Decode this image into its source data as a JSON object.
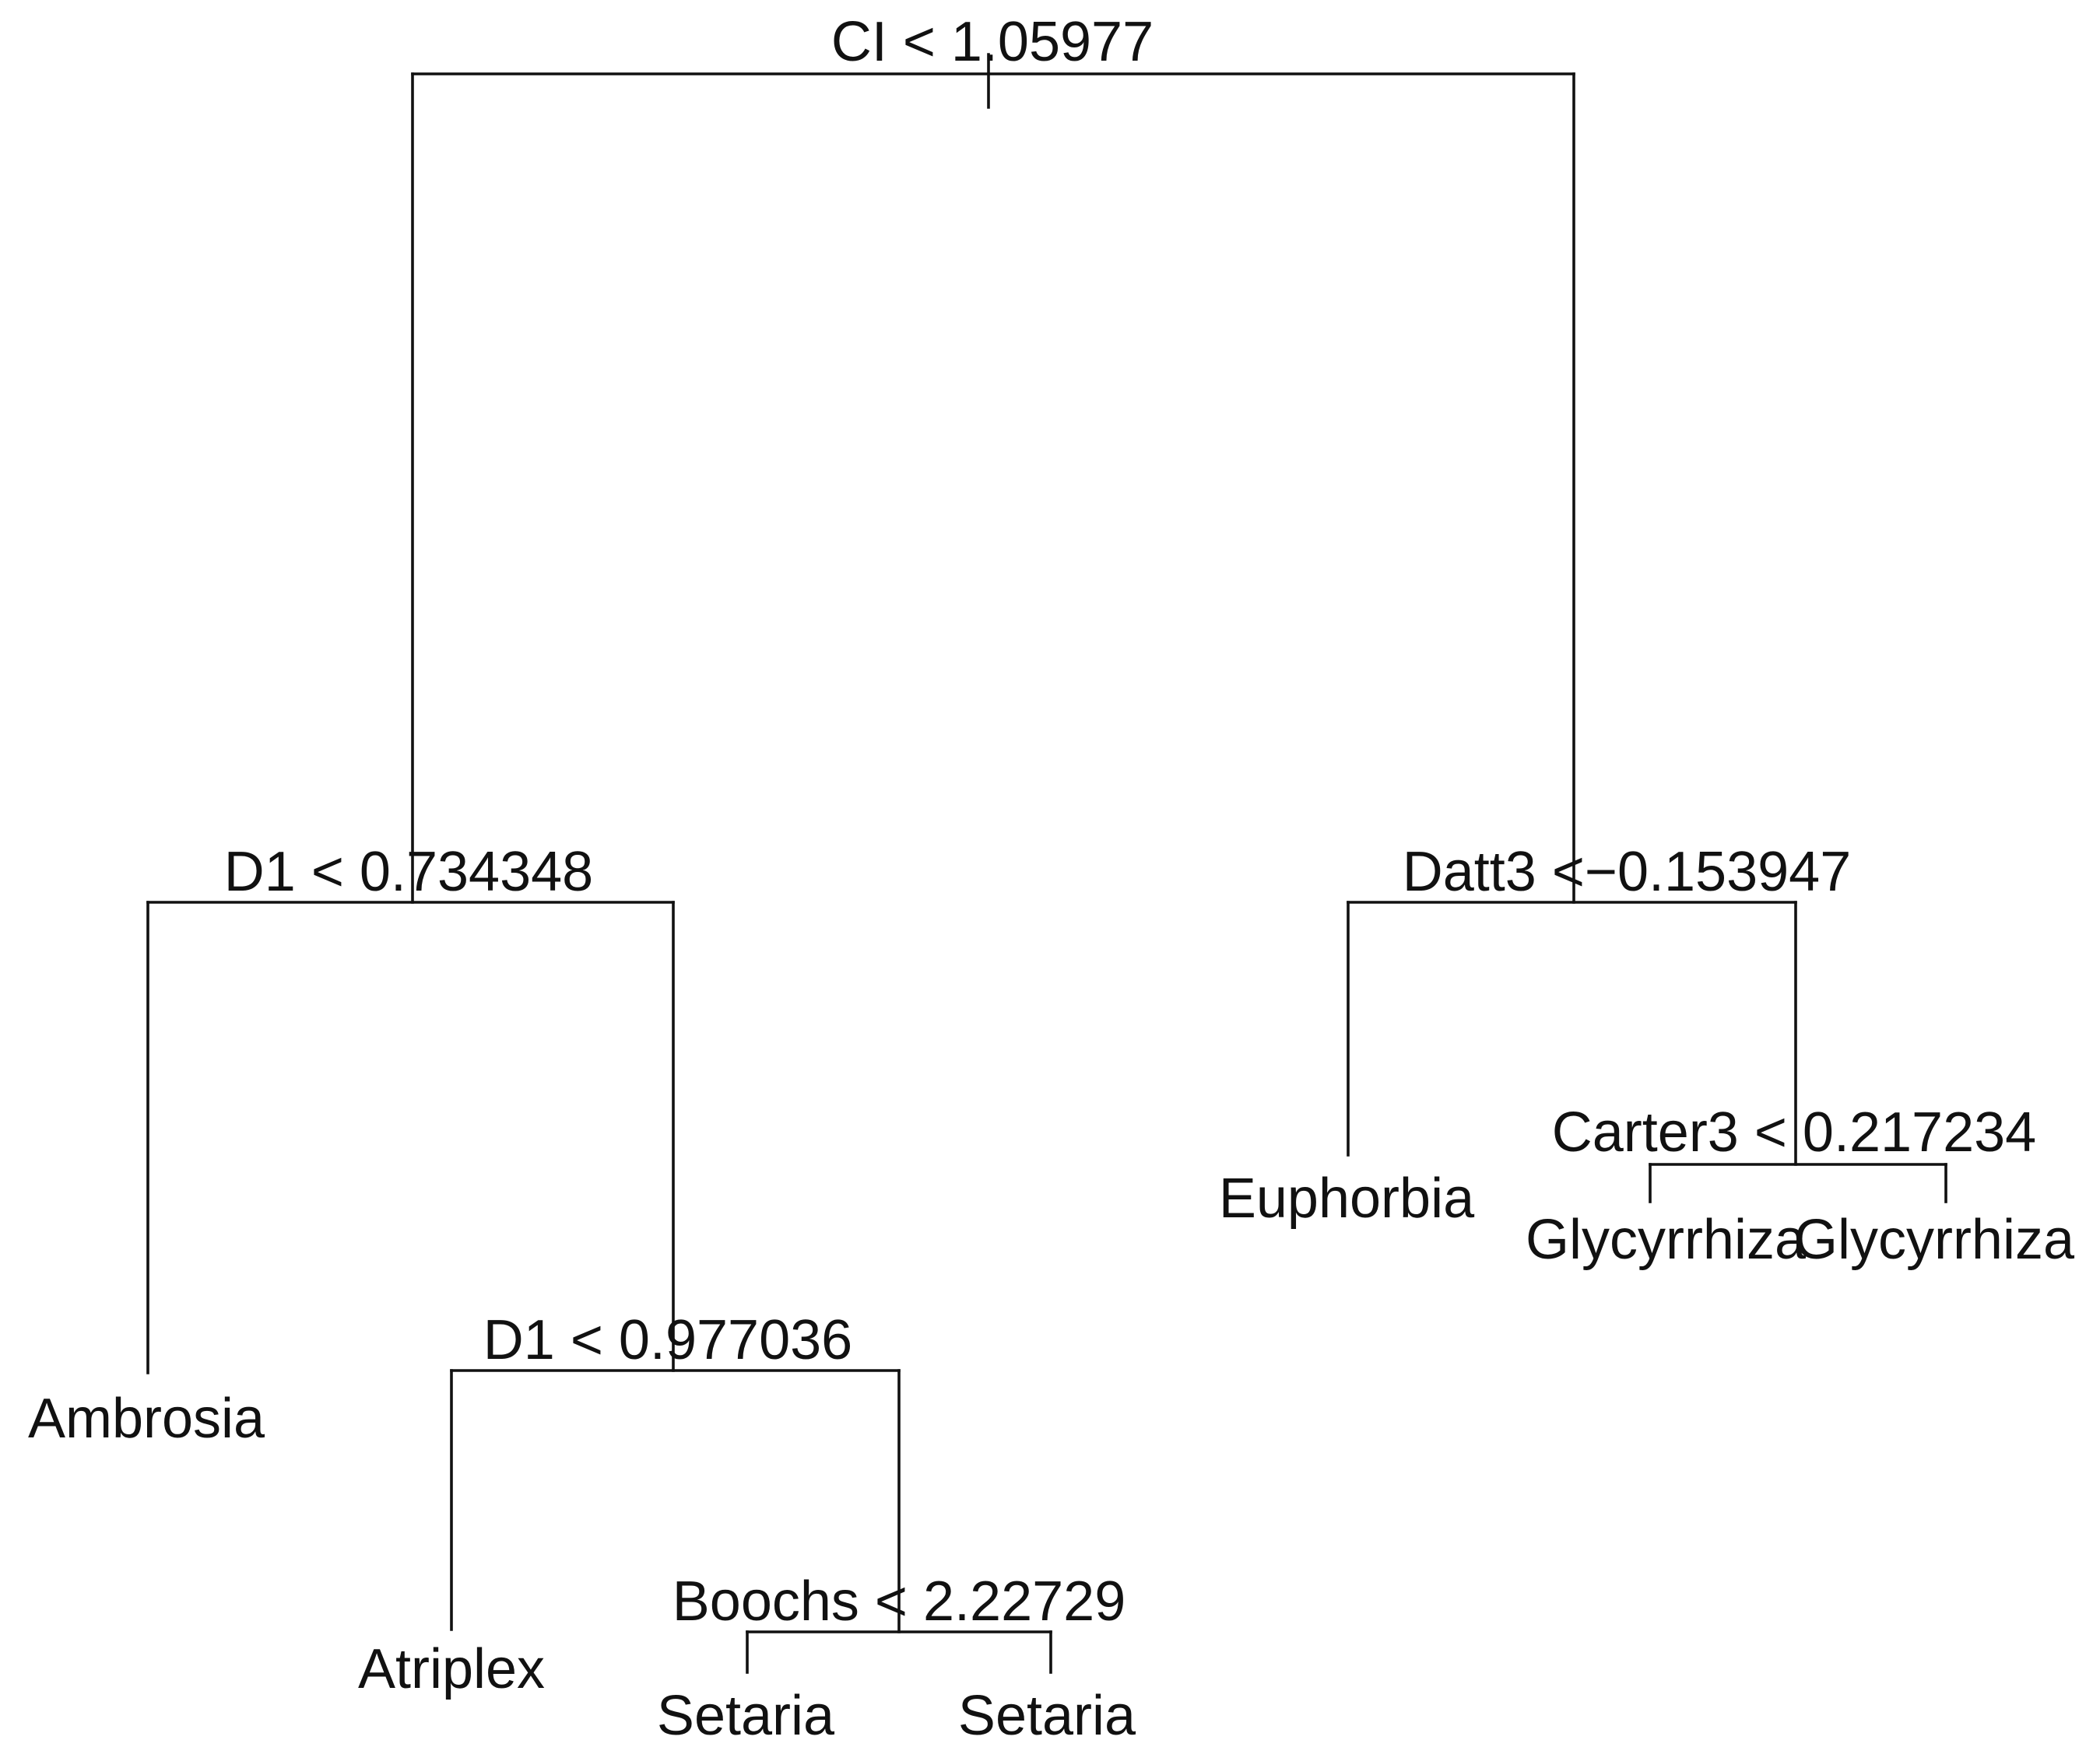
{
  "tree": {
    "nodes": [
      {
        "id": "root",
        "split": "CI < 1.05977",
        "children": [
          "n_left",
          "n_right"
        ]
      },
      {
        "id": "n_left",
        "split": "D1 < 0.734348",
        "children": [
          "leaf_ambrosia",
          "n_left_right"
        ]
      },
      {
        "id": "leaf_ambrosia",
        "leaf": "Ambrosia"
      },
      {
        "id": "n_left_right",
        "split": "D1 < 0.977036",
        "children": [
          "leaf_atriplex",
          "n_boochs"
        ]
      },
      {
        "id": "leaf_atriplex",
        "leaf": "Atriplex"
      },
      {
        "id": "n_boochs",
        "split": "Boochs < 2.22729",
        "children": [
          "leaf_setaria_1",
          "leaf_setaria_2"
        ]
      },
      {
        "id": "leaf_setaria_1",
        "leaf": "Setaria"
      },
      {
        "id": "leaf_setaria_2",
        "leaf": "Setaria"
      },
      {
        "id": "n_right",
        "split": "Datt3 <−0.153947",
        "children": [
          "leaf_euphorbia",
          "n_carter"
        ]
      },
      {
        "id": "leaf_euphorbia",
        "leaf": "Euphorbia"
      },
      {
        "id": "n_carter",
        "split": "Carter3 < 0.217234",
        "children": [
          "leaf_glycyrrhiza_1",
          "leaf_glycyrrhiza_2"
        ]
      },
      {
        "id": "leaf_glycyrrhiza_1",
        "leaf": "Glycyrrhiza"
      },
      {
        "id": "leaf_glycyrrhiza_2",
        "leaf": "Glycyrrhiza"
      }
    ],
    "line_color": "#111111"
  }
}
